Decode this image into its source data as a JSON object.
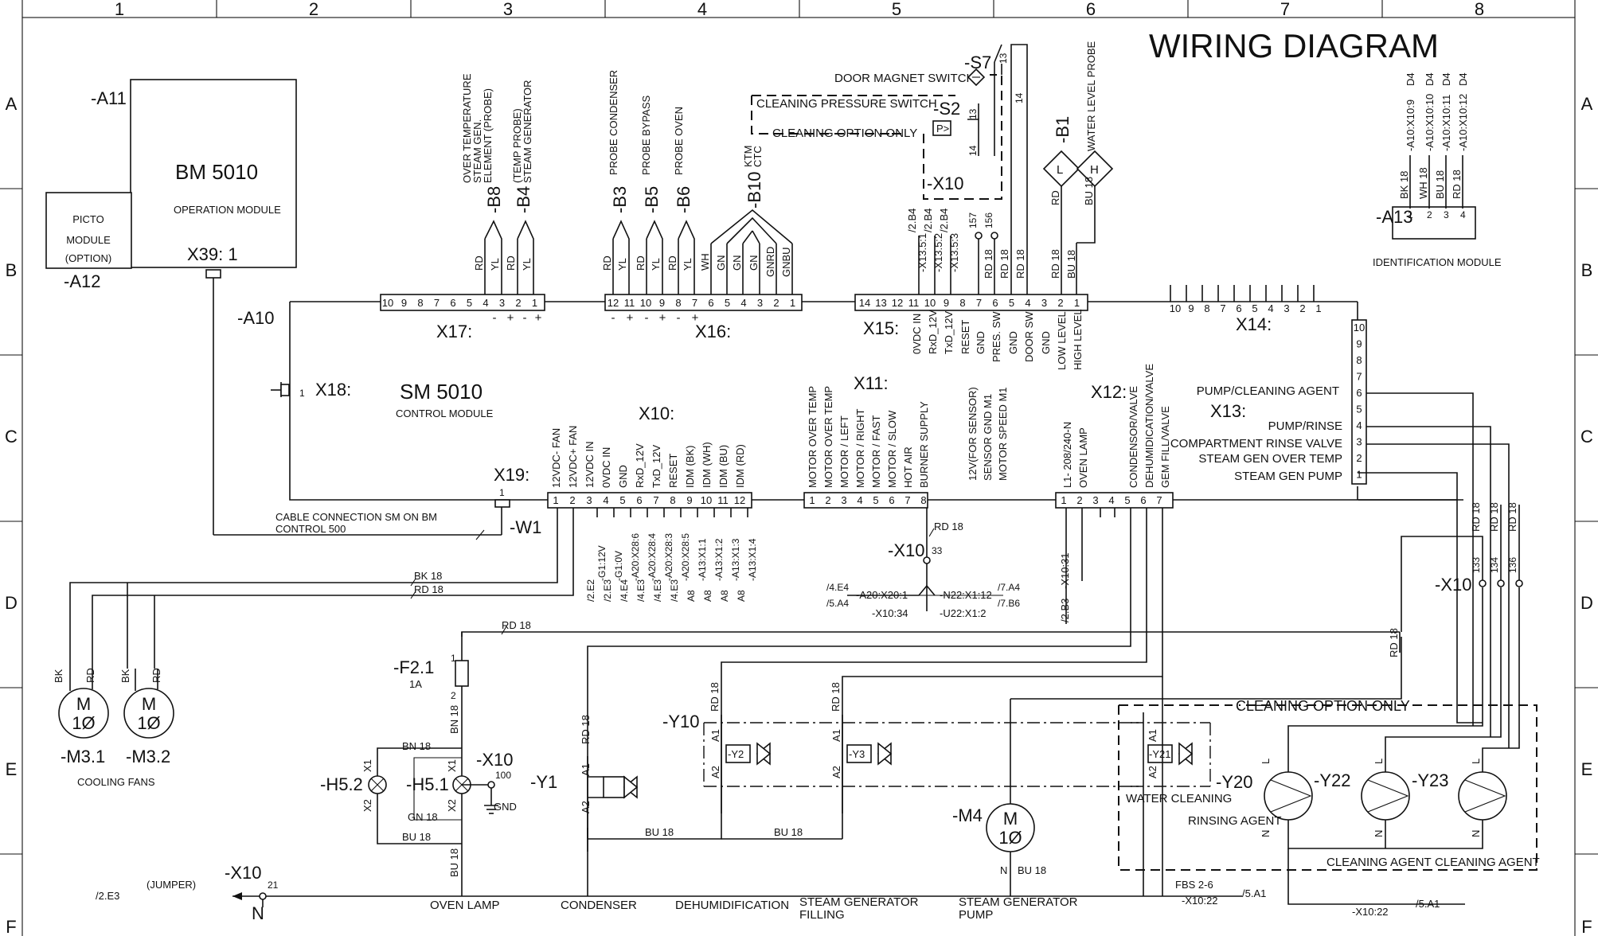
{
  "title": "WIRING DIAGRAM",
  "grid": {
    "columns": [
      "1",
      "2",
      "3",
      "4",
      "5",
      "6",
      "7",
      "8"
    ],
    "rows": [
      "A",
      "B",
      "C",
      "D",
      "E",
      "F"
    ]
  },
  "modules": {
    "a11": {
      "id": "-A11",
      "name": "BM 5010",
      "desc": "OPERATION MODULE",
      "conn": "X39: 1"
    },
    "a12": {
      "id": "-A12",
      "line1": "PICTO",
      "line2": "MODULE",
      "line3": "(OPTION)"
    },
    "a10": {
      "id": "-A10",
      "name": "SM 5010",
      "desc": "CONTROL MODULE"
    },
    "a13": {
      "id": "-A13",
      "desc": "IDENTIFICATION MODULE",
      "pins": [
        "1",
        "2",
        "3",
        "4"
      ],
      "wires": [
        "BK 18",
        "WH 18",
        "BU 18",
        "RD 18"
      ],
      "refs": [
        "-A10:X10:9",
        "-A10:X10:10",
        "-A10:X10:11",
        "-A10:X10:12"
      ],
      "grid": [
        "D4",
        "D4",
        "D4",
        "D4"
      ]
    }
  },
  "connectors": {
    "x17": {
      "name": "X17:",
      "pins": [
        "10",
        "9",
        "8",
        "7",
        "6",
        "5",
        "4",
        "3",
        "2",
        "1"
      ],
      "pol": [
        "-",
        "+",
        "-",
        "+"
      ]
    },
    "x16": {
      "name": "X16:",
      "pins": [
        "12",
        "11",
        "10",
        "9",
        "8",
        "7",
        "6",
        "5",
        "4",
        "3",
        "2",
        "1"
      ],
      "pol": [
        "-",
        "+",
        "-",
        "+",
        "-",
        "+"
      ]
    },
    "x15": {
      "name": "X15:",
      "pins": [
        "14",
        "13",
        "12",
        "11",
        "10",
        "9",
        "8",
        "7",
        "6",
        "5",
        "4",
        "3",
        "2",
        "1"
      ],
      "labels": [
        "0VDC IN",
        "RxD_12V",
        "TxD_12V",
        "RESET",
        "GND",
        "PRES. SW",
        "GND",
        "DOOR SW",
        "GND",
        "LOW LEVEL",
        "HIGH LEVEL"
      ],
      "wires": [
        "RD 18",
        "RD 18",
        "RD 18",
        "RD 18",
        "BU 18"
      ],
      "refs": [
        "/2.B4",
        "/2.B4",
        "/2.B4",
        "-X13.5:1",
        "-X13.5:2",
        "-X13.5:3"
      ]
    },
    "x14": {
      "name": "X14:",
      "pins": [
        "10",
        "9",
        "8",
        "7",
        "6",
        "5",
        "4",
        "3",
        "2",
        "1"
      ]
    },
    "x13": {
      "name": "X13:",
      "pins": [
        "10",
        "9",
        "8",
        "7",
        "6",
        "5",
        "4",
        "3",
        "2",
        "1"
      ],
      "labels": [
        "PUMP/CLEANING AGENT",
        "PUMP/RINSE",
        "COMPARTMENT RINSE VALVE",
        "STEAM GEN OVER TEMP",
        "STEAM GEN PUMP"
      ]
    },
    "x18": {
      "name": "X18:",
      "pin": "1"
    },
    "x19": {
      "name": "X19:",
      "pin": "1"
    },
    "x10": {
      "name": "X10:",
      "pins": [
        "1",
        "2",
        "3",
        "4",
        "5",
        "6",
        "7",
        "8",
        "9",
        "10",
        "11",
        "12"
      ],
      "labels": [
        "12VDC- FAN",
        "12VDC+ FAN",
        "12VDC IN",
        "0VDC IN",
        "GND",
        "RxD_12V",
        "TxD_12V",
        "RESET",
        "IDM (BK)",
        "IDM (WH)",
        "IDM (BU)",
        "IDM (RD)"
      ],
      "refs": [
        "/2.E2",
        "/2.E3",
        "/4.E4",
        "/4.E3",
        "/4.E3",
        "/4.E3",
        "A8",
        "A8",
        "A8",
        "A8"
      ],
      "refs2": [
        "-G1:12V",
        "-G1:0V",
        "-A20:X28:6",
        "-A20:X28:4",
        "-A20:X28:3",
        "-A20:X28:5",
        "-A13:X1:1",
        "-A13:X1:2",
        "-A13:X1:3",
        "-A13:X1:4"
      ]
    },
    "x11": {
      "name": "X11:",
      "pins": [
        "1",
        "2",
        "3",
        "4",
        "5",
        "6",
        "7",
        "8"
      ],
      "labels": [
        "MOTOR OVER TEMP",
        "MOTOR OVER TEMP",
        "MOTOR / LEFT",
        "MOTOR / RIGHT",
        "MOTOR / FAST",
        "MOTOR / SLOW",
        "HOT AIR",
        "BURNER SUPPLY"
      ],
      "extra": [
        "12V(FOR SENSOR)",
        "SENSOR GND M1",
        "MOTOR SPEED M1"
      ]
    },
    "x12": {
      "name": "X12:",
      "pins": [
        "1",
        "2",
        "3",
        "4",
        "5",
        "6",
        "7"
      ],
      "labels": [
        "L1- 208/240-N",
        "OVEN LAMP",
        "CONDENSOR/VALVE",
        "DEHUMIDICATION/VALVE",
        "GEM FILL/VALVE"
      ],
      "refs": [
        "-X10:31",
        "/2.B3"
      ]
    }
  },
  "sensors": {
    "b8": {
      "id": "-B8",
      "desc1": "OVER TEMPERATURE",
      "desc2": "STEAM GEN.",
      "desc3": "ELEMENT (PROBE)"
    },
    "b4": {
      "id": "-B4",
      "desc1": "(TEMP PROBE)",
      "desc2": "STEAM GENERATOR"
    },
    "b3": {
      "id": "-B3",
      "desc": "PROBE CONDENSER"
    },
    "b5": {
      "id": "-B5",
      "desc": "PROBE BYPASS"
    },
    "b6": {
      "id": "-B6",
      "desc": "PROBE OVEN"
    },
    "b10": {
      "id": "-B10",
      "desc1": "KTM",
      "desc2": "CTC"
    },
    "b1": {
      "id": "-B1",
      "desc": "WATER LEVEL PROBE",
      "l": "L",
      "h": "H"
    },
    "s7": {
      "id": "-S7",
      "desc": "DOOR MAGNET SWITCH"
    },
    "s2": {
      "id": "-S2",
      "desc": "CLEANING PRESSURE SWITCH",
      "symbol": "P>"
    },
    "clean_opt": "CLEANING OPTION ONLY",
    "x10s": "-X10",
    "x10s_pins": [
      "157",
      "156",
      "13",
      "14"
    ]
  },
  "wire_labels": {
    "x17": [
      "RD",
      "YL",
      "RD",
      "YL"
    ],
    "x16": [
      "RD",
      "YL",
      "RD",
      "YL",
      "RD",
      "YL",
      "WH",
      "GN",
      "GN",
      "GN",
      "GNRD",
      "GNBU"
    ]
  },
  "lower": {
    "w1": "-W1",
    "cable": "CABLE CONNECTION SM ON BM",
    "cable2": "CONTROL 500",
    "bk18": "BK 18",
    "rd18": "RD 18",
    "bn18": "BN 18",
    "gn18": "GN 18",
    "bu18": "BU 18",
    "m31": {
      "id": "-M3.1",
      "sym": "M",
      "ph": "1Ø",
      "w1": "BK",
      "w2": "RD"
    },
    "m32": {
      "id": "-M3.2",
      "sym": "M",
      "ph": "1Ø",
      "w1": "BK",
      "w2": "RD"
    },
    "cooling": "COOLING FANS",
    "f21": {
      "id": "-F2.1",
      "rating": "1A",
      "p1": "1",
      "p2": "2"
    },
    "h52": "-H5.2",
    "h51": "-H5.1",
    "x10_100": {
      "id": "-X10",
      "pin": "100",
      "gnd": "GND"
    },
    "x10_33": {
      "id": "-X10",
      "pin": "33",
      "refs": [
        "/4.E4",
        "/5.A4",
        "-A20:X20:1",
        "-X10:34",
        "-N22:X1:12",
        "-U22:X1:2",
        "/7.A4",
        "/7.B6"
      ]
    },
    "x10_21": {
      "id": "-X10",
      "pin": "21",
      "jumper": "(JUMPER)",
      "ref": "/2.E3",
      "n": "N"
    },
    "x10_133": {
      "id": "-X10",
      "pins": [
        "133",
        "134",
        "136"
      ]
    },
    "y1": {
      "id": "-Y1",
      "a1": "A1",
      "a2": "A2"
    },
    "y10": {
      "id": "-Y10",
      "inner": "-Y2",
      "a1": "A1",
      "a2": "A2"
    },
    "y3": {
      "inner": "-Y3",
      "a1": "A1",
      "a2": "A2"
    },
    "y20": {
      "id": "-Y20",
      "inner": "-Y21",
      "desc": "WATER CLEANING",
      "a1": "A1",
      "a2": "A2"
    },
    "m4": {
      "id": "-M4",
      "sym": "M",
      "ph": "1Ø",
      "n": "N"
    },
    "y22": {
      "id": "-Y22",
      "desc": "RINSING AGENT"
    },
    "y23": {
      "id": "-Y23",
      "desc": "CLEANING AGENT"
    },
    "y24": {
      "desc": "CLEANING AGENT"
    },
    "cleaning_only": "CLEANING  OPTION ONLY",
    "oven_lamp": "OVEN LAMP",
    "condenser": "CONDENSER",
    "dehum": "DEHUMIDIFICATION",
    "sgf1": "STEAM GENERATOR",
    "sgf2": "FILLING",
    "sgp1": "STEAM GENERATOR",
    "sgp2": "PUMP",
    "fbs": "FBS 2-6",
    "x1022": "-X10:22",
    "x1022b": "-X10:22",
    "ref5a1": "/5.A1",
    "ref5a1b": "/5.A1",
    "L": "L",
    "N": "N",
    "X1": "X1",
    "X2": "X2"
  }
}
